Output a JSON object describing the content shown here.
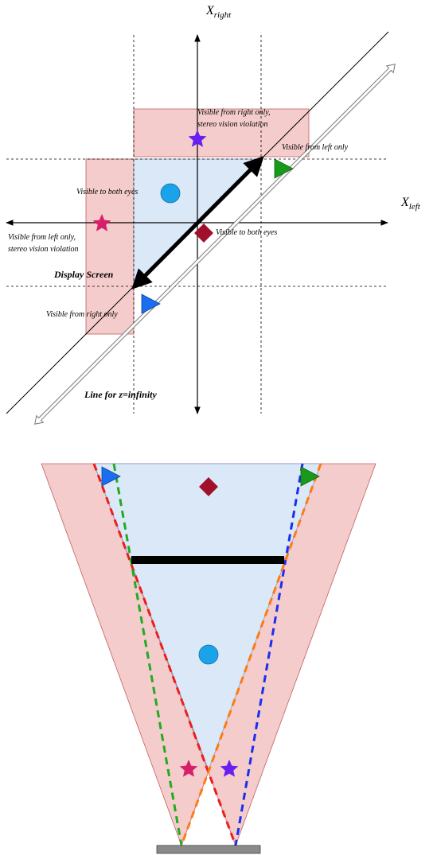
{
  "axes": {
    "vertical_label": "X",
    "vertical_sub": "right",
    "horizontal_label": "X",
    "horizontal_sub": "left"
  },
  "annotations": {
    "right_only_violation_line1": "Visible from right only,",
    "right_only_violation_line2": "stereo vision violation",
    "left_only_top": "Visible from left only",
    "both_eyes_left": "Visible to both eyes",
    "both_eyes_center": "Visible to both eyes",
    "left_only_violation_line1": "Visible from left only,",
    "left_only_violation_line2": "stereo vision violation",
    "display_screen": "Display Screen",
    "right_only_bottom": "Visible from right only",
    "infinity_line": "Line for z=infinity"
  },
  "colors": {
    "pink_region": "#f5cccc",
    "pink_border": "#c06060",
    "blue_region": "#dbe8f8",
    "blue_border": "#7a9cc6",
    "purple_star": "#6a1ef0",
    "magenta_star": "#d6206a",
    "blue_circle": "#1aa3e8",
    "red_diamond": "#a0102a",
    "green_triangle": "#1a9a1a",
    "blue_triangle": "#1a6ef0",
    "dash_red": "#ee1c1c",
    "dash_green": "#22aa22",
    "dash_blue": "#1a2ef0",
    "dash_orange": "#ff7a10",
    "screen_bar": "#000000",
    "display_base": "#8a8a8a"
  },
  "icons": [
    "star-icon",
    "circle-icon",
    "diamond-icon",
    "triangle-icon"
  ]
}
